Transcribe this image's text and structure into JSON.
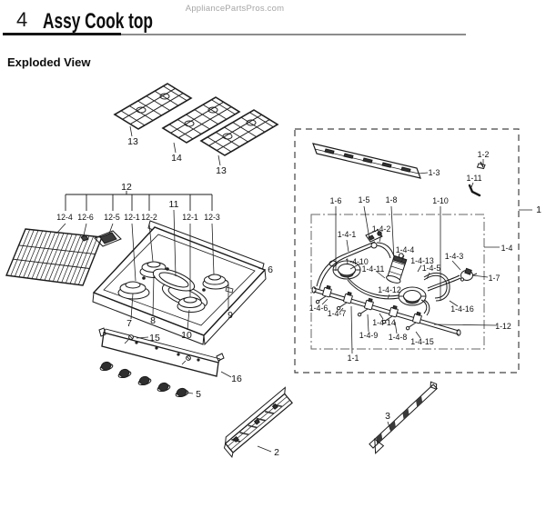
{
  "header": {
    "page_number": "4",
    "title": "Assy Cook top",
    "watermark": "AppliancePartsPros.com",
    "section_label": "Exploded View"
  },
  "colors": {
    "ink": "#1a1a1a",
    "watermark_gray": "#a6a6a6",
    "background": "#ffffff"
  },
  "callouts": {
    "l13a": "13",
    "l14": "14",
    "l13b": "13",
    "l12": "12",
    "l12_4": "12-4",
    "l12_6": "12-6",
    "l12_5": "12-5",
    "l12_1a": "12-1",
    "l12_2": "12-2",
    "l11": "11",
    "l12_1b": "12-1",
    "l12_3": "12-3",
    "l6": "6",
    "l7": "7",
    "l8": "8",
    "l10": "10",
    "l9": "9",
    "l15": "15",
    "l16": "16",
    "l5": "5",
    "l2": "2",
    "l3": "3",
    "l1": "1",
    "l1_1": "1-1",
    "l1_2": "1-2",
    "l1_3": "1-3",
    "l1_4": "1-4",
    "l1_5": "1-5",
    "l1_6": "1-6",
    "l1_7": "1-7",
    "l1_8": "1-8",
    "l1_10": "1-10",
    "l1_11": "1-11",
    "l1_12": "1-12",
    "l1_4_1": "1-4-1",
    "l1_4_2": "1-4-2",
    "l1_4_3": "1-4-3",
    "l1_4_4": "1-4-4",
    "l1_4_5": "1-4-5",
    "l1_4_6": "1-4-6",
    "l1_4_7": "1-4-7",
    "l1_4_8": "1-4-8",
    "l1_4_9": "1-4-9",
    "l1_4_10": "1-4-10",
    "l1_4_11": "1-4-11",
    "l1_4_12": "1-4-12",
    "l1_4_13": "1-4-13",
    "l1_4_14": "1-4-14",
    "l1_4_15": "1-4-15",
    "l1_4_16": "1-4-16"
  }
}
